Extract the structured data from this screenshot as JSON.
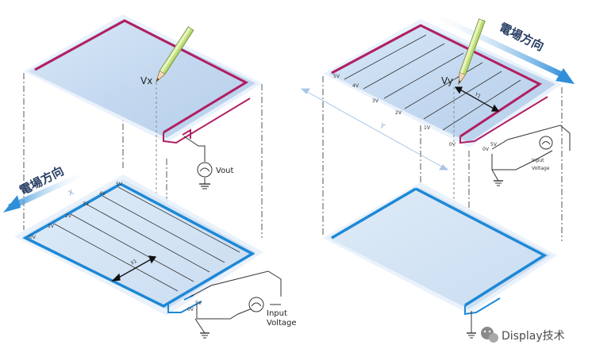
{
  "colors": {
    "panel_top": "#c8dcf2",
    "panel_edge": "#e6f0fa",
    "electrode_top": "#b01f62",
    "electrode_bottom": "#1e88d6",
    "arrow": "#2f8fd8",
    "pen_body": "#d7ee9a",
    "dashed": "#555555"
  },
  "left_diagram": {
    "pen_label": "Vx",
    "output_label": "Vout",
    "field_direction_label": "電場方向",
    "axis_label": "X",
    "position_label": "X1",
    "input_label_line1": "Input",
    "input_label_line2": "Voltage",
    "supply_top": "5V",
    "supply_bottom": "0V",
    "gradient_labels": [
      "5V",
      "4V",
      "3V",
      "2V",
      "1V",
      "0V"
    ]
  },
  "right_diagram": {
    "pen_label": "Vy",
    "field_direction_label": "電場方向",
    "axis_label": "Y",
    "position_label": "Y1",
    "input_label_line1": "Input",
    "input_label_line2": "Voltage",
    "supply_top": "5V",
    "supply_bottom": "0V",
    "gradient_labels": [
      "5V",
      "4V",
      "3V",
      "2V",
      "1V",
      "0V"
    ]
  },
  "watermark": {
    "icon": "wechat-icon",
    "text": "Display技术"
  }
}
